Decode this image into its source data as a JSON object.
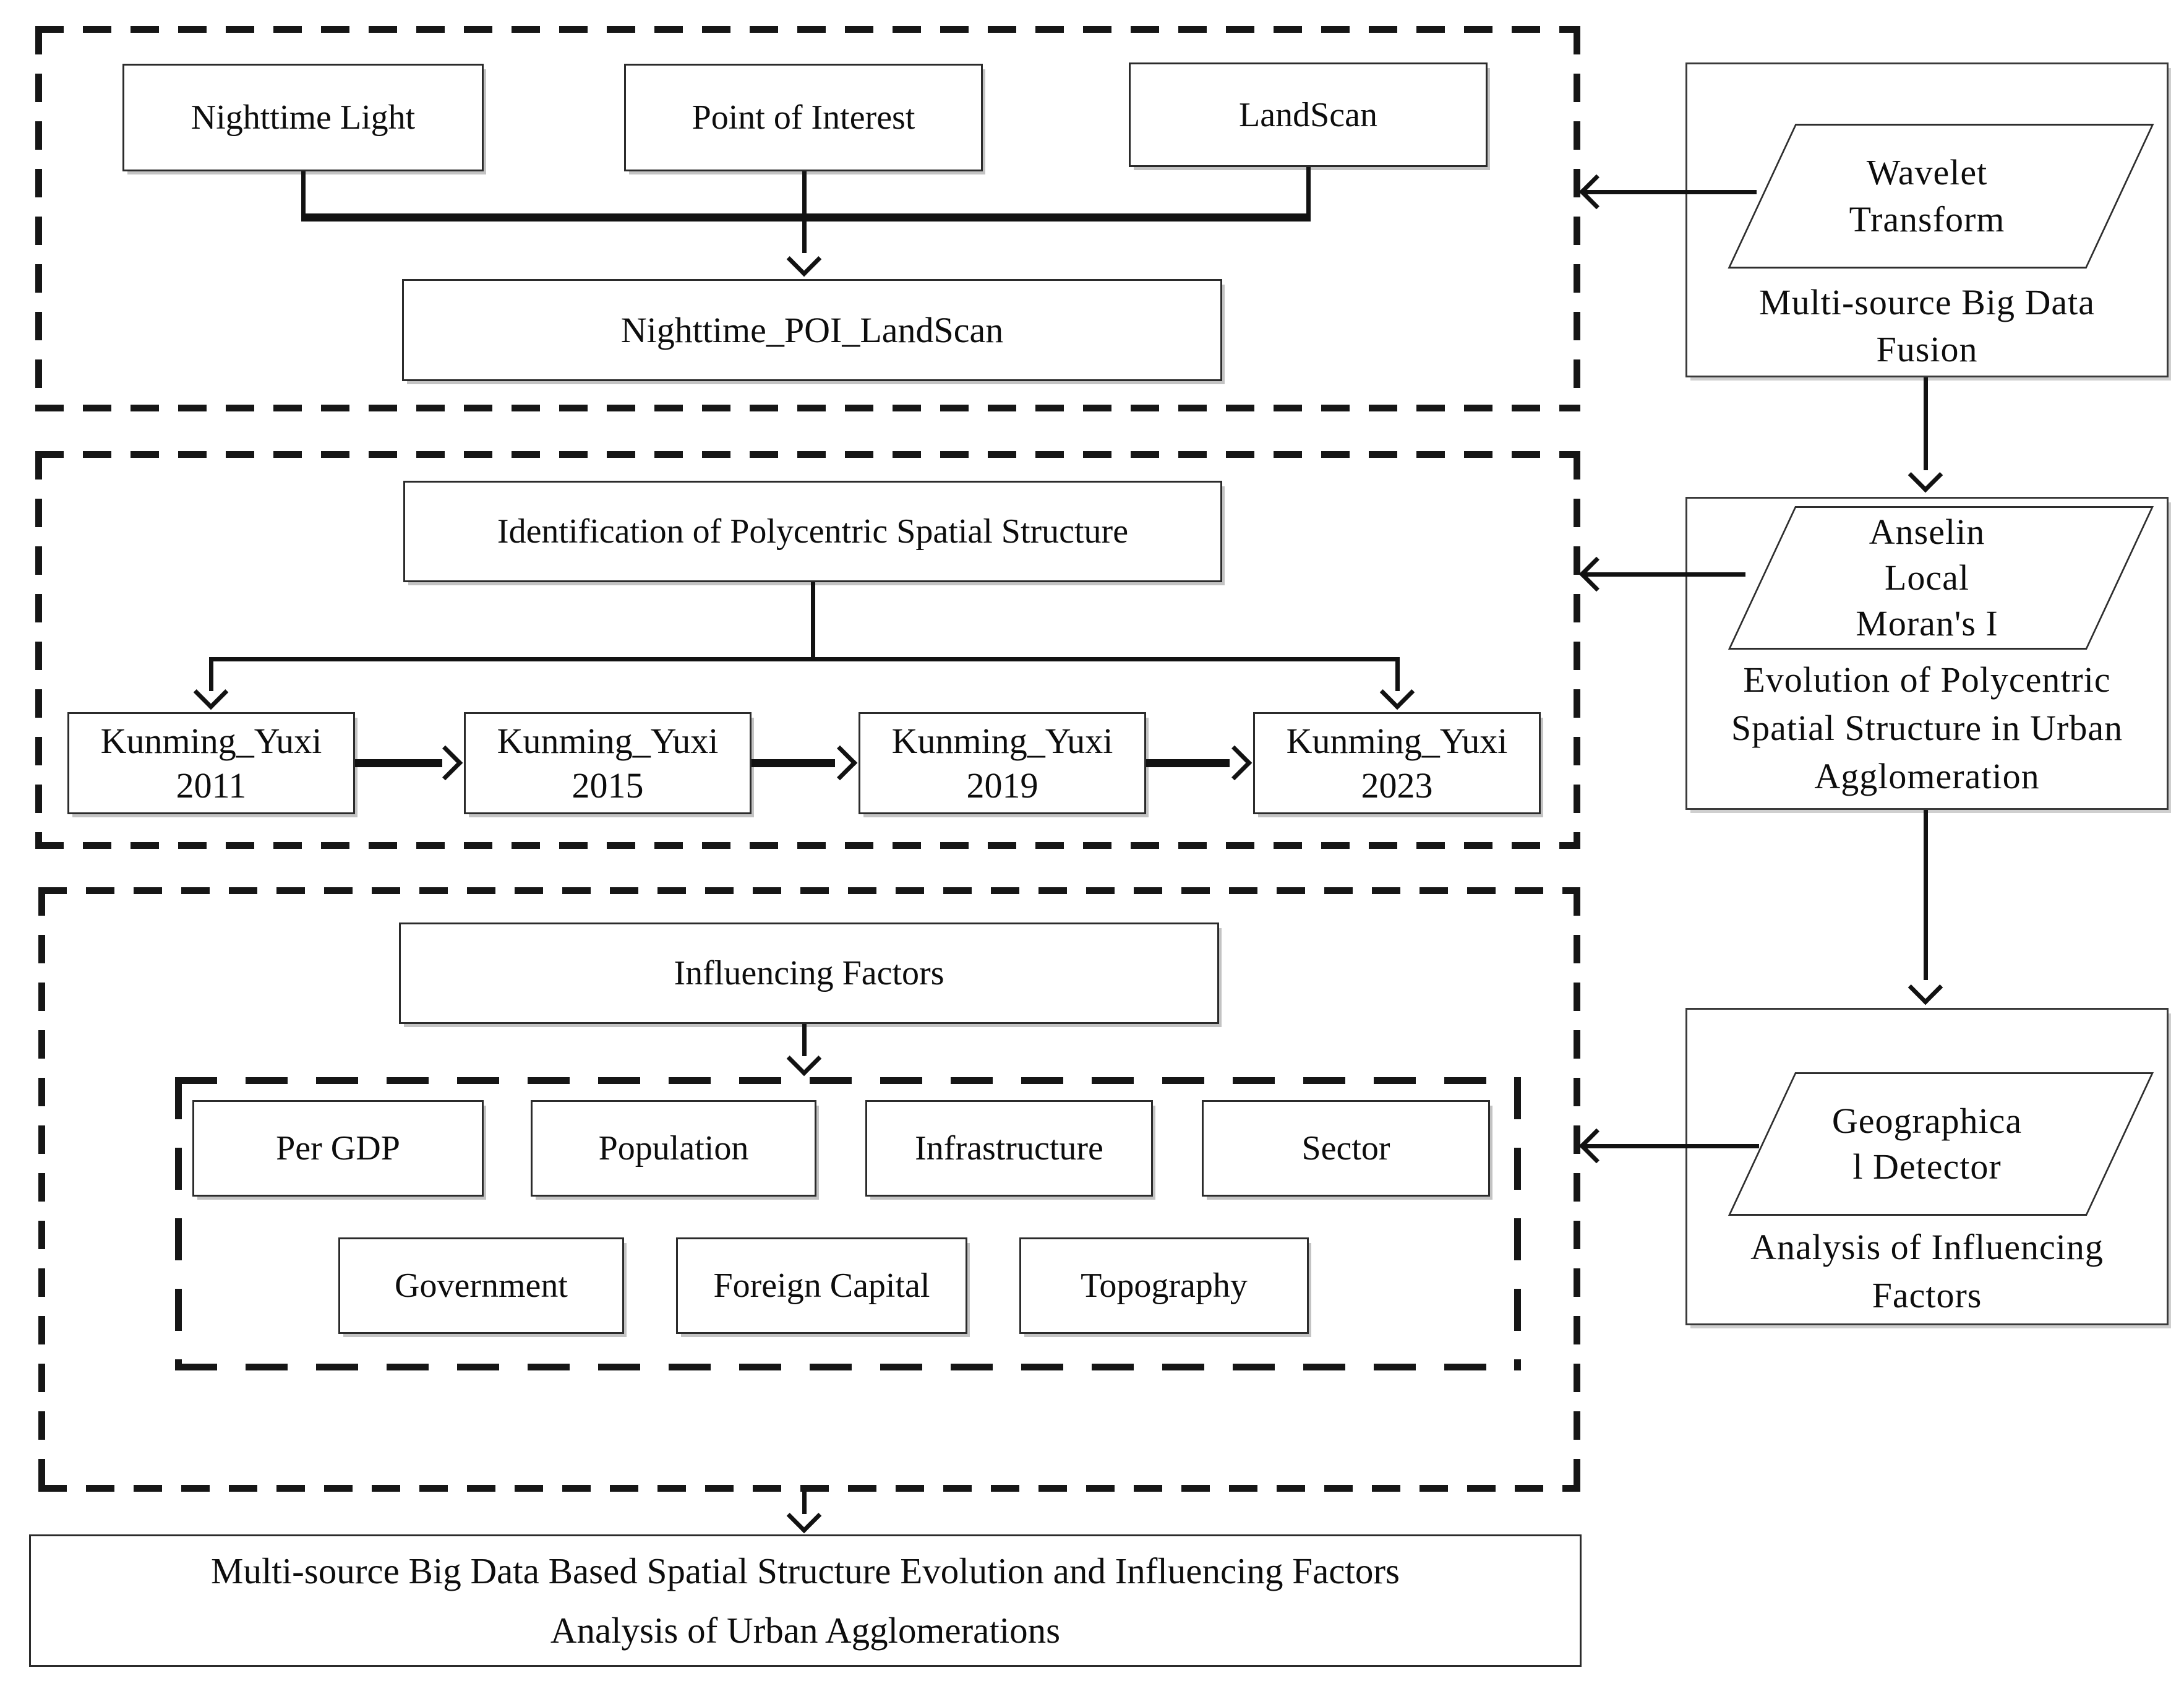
{
  "palette": {
    "ink": "#141414",
    "paper": "#ffffff",
    "box_shadow": "#c3c3c3"
  },
  "section1": {
    "nighttime_light": "Nighttime Light",
    "point_of_interest": "Point of Interest",
    "landscan": "LandScan",
    "merged": "Nighttime_POI_LandScan"
  },
  "section2": {
    "identification": "Identification of Polycentric Spatial Structure",
    "years": [
      {
        "name": "Kunming_Yuxi",
        "year": "2011"
      },
      {
        "name": "Kunming_Yuxi",
        "year": "2015"
      },
      {
        "name": "Kunming_Yuxi",
        "year": "2019"
      },
      {
        "name": "Kunming_Yuxi",
        "year": "2023"
      }
    ]
  },
  "section3": {
    "influencing_factors": "Influencing Factors",
    "factors_row1": [
      "Per GDP",
      "Population",
      "Infrastructure",
      "Sector"
    ],
    "factors_row2": [
      "Government",
      "Foreign Capital",
      "Topography"
    ]
  },
  "right_column": {
    "fusion": {
      "method_lines": [
        "Wavelet",
        "Transform"
      ],
      "caption_lines": [
        "Multi-source Big Data",
        "Fusion"
      ]
    },
    "evolution": {
      "method_lines": [
        "Anselin",
        "Local",
        "Moran's I"
      ],
      "caption_lines": [
        "Evolution of Polycentric",
        "Spatial Structure in Urban",
        "Agglomeration"
      ]
    },
    "analysis": {
      "method_lines": [
        "Geographica",
        "l Detector"
      ],
      "caption_lines": [
        "Analysis of Influencing",
        "Factors"
      ]
    }
  },
  "footer": {
    "lines": [
      "Multi-source Big Data Based Spatial Structure Evolution and Influencing Factors",
      "Analysis of Urban Agglomerations"
    ]
  }
}
